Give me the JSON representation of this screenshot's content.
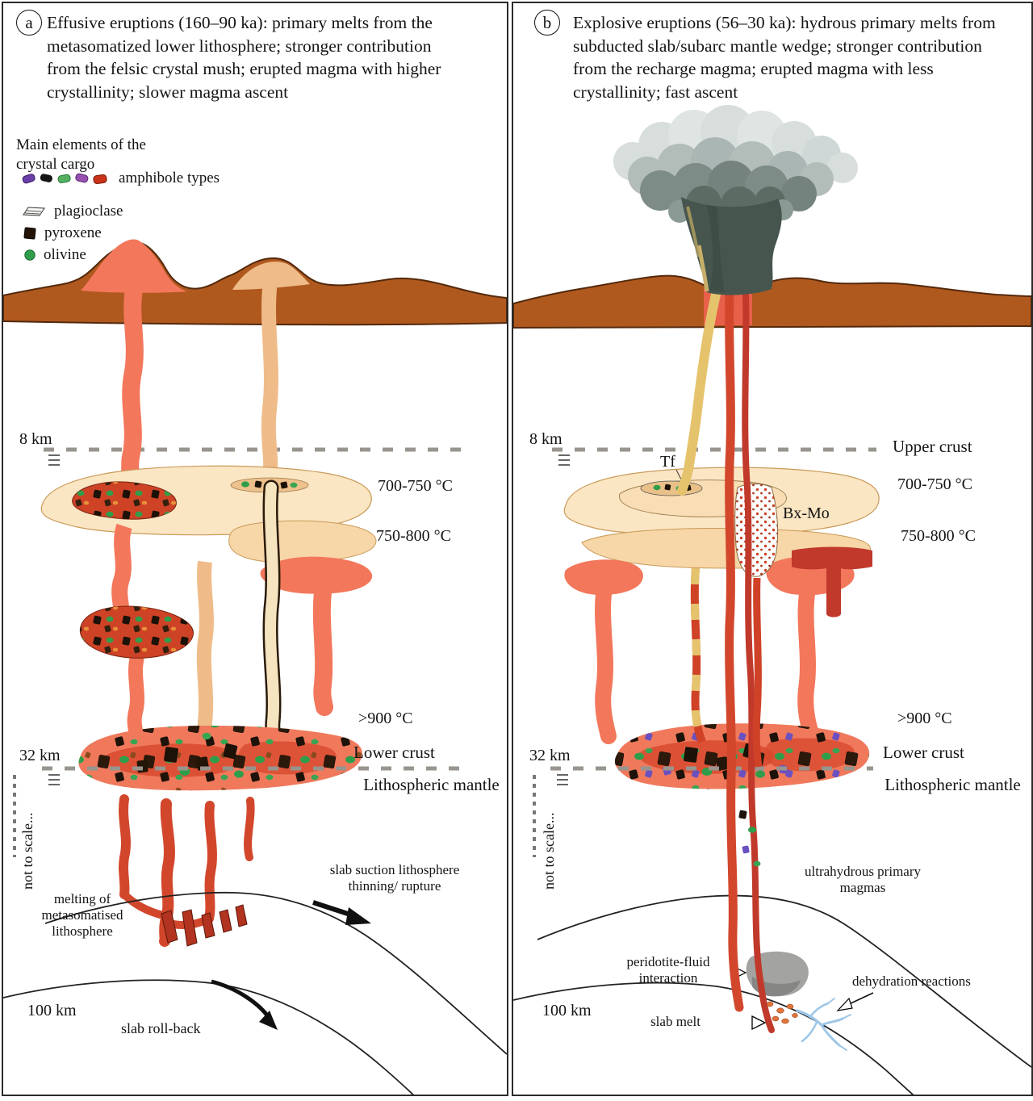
{
  "figure": {
    "panel_a": {
      "tag": "a",
      "header": "Effusive eruptions (160–90 ka): primary melts from the metasomatized lower lithosphere; stronger contribution from the felsic crystal mush; erupted magma with higher crystallinity; slower magma ascent",
      "legend": {
        "title": "Main elements of the crystal cargo",
        "items": [
          {
            "id": "amphibole",
            "label": "amphibole types"
          },
          {
            "id": "plagioclase",
            "label": "plagioclase"
          },
          {
            "id": "pyroxene",
            "label": "pyroxene"
          },
          {
            "id": "olivine",
            "label": "olivine"
          }
        ]
      },
      "labels": {
        "depth_8": "8 km",
        "temp_700": "700-750 °C",
        "temp_750": "750-800 °C",
        "temp_900": ">900 °C",
        "depth_32": "32 km",
        "lower_crust": "Lower crust",
        "lithospheric_mantle": "Lithospheric mantle",
        "not_to_scale": "not to scale...",
        "melting": "melting of metasomatised lithosphere",
        "slab_suction": "slab suction lithosphere thinning/ rupture",
        "depth_100": "100 km",
        "slab_rollback": "slab roll-back"
      }
    },
    "panel_b": {
      "tag": "b",
      "header": "Explosive eruptions (56–30 ka): hydrous primary melts from subducted slab/subarc mantle wedge; stronger contribution from the recharge magma; erupted magma with less crystallinity; fast ascent",
      "labels": {
        "depth_8": "8 km",
        "upper_crust": "Upper crust",
        "tf": "Tf",
        "bx_mo": "Bx-Mo",
        "temp_700": "700-750 °C",
        "temp_750": "750-800 °C",
        "temp_900": ">900 °C",
        "depth_32": "32 km",
        "lower_crust": "Lower crust",
        "lithospheric_mantle": "Lithospheric mantle",
        "not_to_scale": "not to scale...",
        "ultrahydrous": "ultrahydrous primary magmas",
        "peridotite": "peridotite-fluid interaction",
        "slab_melt": "slab melt",
        "dehydration": "dehydration reactions",
        "depth_100": "100 km"
      }
    },
    "palette": {
      "surface_brown": "#b0591f",
      "salmon_magma": "#f3775b",
      "tan_conduit": "#efbc89",
      "cream_mush_700_750": "#fbe6c4",
      "peach_mush_750_800": "#f7d6a8",
      "red_recharge": "#ce4226",
      "gold_conduit": "#e5c36d",
      "ash_cloud_dark": "#46564e",
      "slab_fluid_blue": "#9ec7e8",
      "olivine_green": "#2f9e4a",
      "pyroxene_brown": "#231407"
    }
  }
}
